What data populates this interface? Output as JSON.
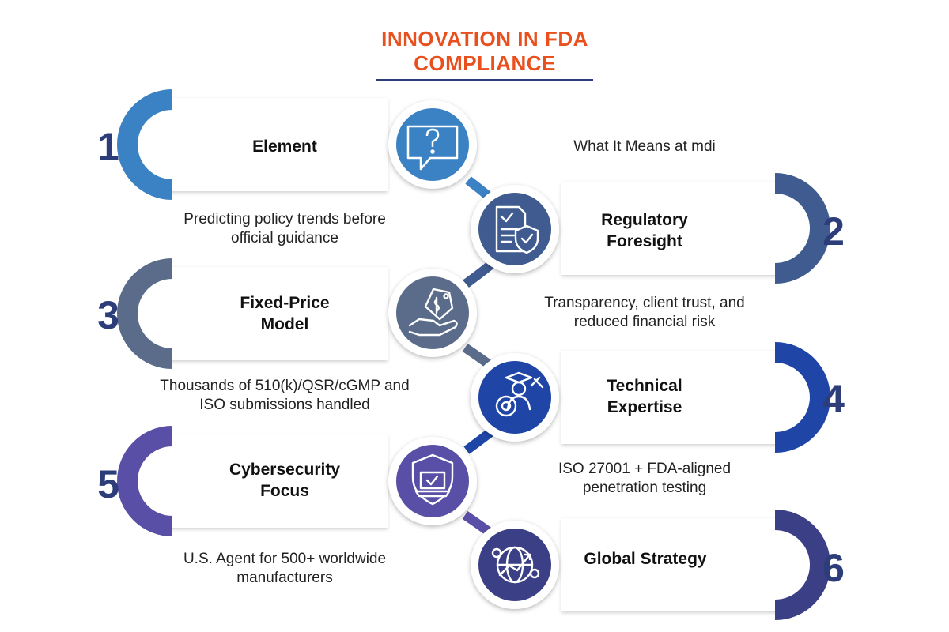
{
  "title_line1": "INNOVATION IN FDA",
  "title_line2": "COMPLIANCE",
  "header_element": "Element",
  "header_meaning": "What It Means at mdi",
  "items": [
    {
      "number": "1",
      "color": "#3b82c4"
    },
    {
      "number": "2",
      "label": [
        "Regulatory",
        "Foresight"
      ],
      "desc": [
        "Predicting policy trends before",
        "official guidance"
      ],
      "color": "#3f5b8f",
      "icon": "document-shield-icon"
    },
    {
      "number": "3",
      "label": [
        "Fixed-Price",
        "Model"
      ],
      "desc": [
        "Transparency, client trust, and",
        "reduced financial risk"
      ],
      "color": "#5a6c8a",
      "icon": "price-tag-hand-icon"
    },
    {
      "number": "4",
      "label": [
        "Technical",
        "Expertise"
      ],
      "desc": [
        "Thousands of 510(k)/QSR/cGMP and",
        "ISO submissions handled"
      ],
      "color": "#1f46a6",
      "icon": "engineer-gear-icon"
    },
    {
      "number": "5",
      "label": [
        "Cybersecurity",
        "Focus"
      ],
      "desc": [
        "ISO 27001 + FDA-aligned",
        "penetration testing"
      ],
      "color": "#5a4fa6",
      "icon": "shield-laptop-icon"
    },
    {
      "number": "6",
      "label": [
        "Global Strategy"
      ],
      "desc": [
        "U.S. Agent for 500+ worldwide",
        "manufacturers"
      ],
      "color": "#3b3f86",
      "icon": "globe-growth-icon"
    }
  ],
  "first_icon": "question-speech-icon",
  "text_color": "#111111",
  "number_color": "#2c3d7a"
}
